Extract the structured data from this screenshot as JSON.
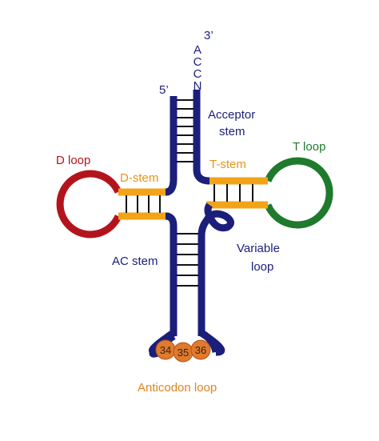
{
  "colors": {
    "backbone": "#1b1f7a",
    "d_loop": "#b3141c",
    "t_loop": "#1f7a2e",
    "stem_orange": "#f2a317",
    "nucleotide": "#e07a2c"
  },
  "ends": {
    "five_prime": "5’",
    "three_prime": "3’"
  },
  "acceptor_tail": [
    "A",
    "C",
    "C",
    "N"
  ],
  "labels": {
    "acceptor_stem": {
      "line1": "Acceptor",
      "line2": "stem"
    },
    "d_loop": "D loop",
    "d_stem": "D-stem",
    "t_stem": "T-stem",
    "t_loop": "T loop",
    "variable_loop": {
      "line1": "Variable",
      "line2": "loop"
    },
    "ac_stem": "AC stem",
    "anticodon_loop": "Anticodon loop"
  },
  "anticodon_positions": [
    "34",
    "35",
    "36"
  ]
}
